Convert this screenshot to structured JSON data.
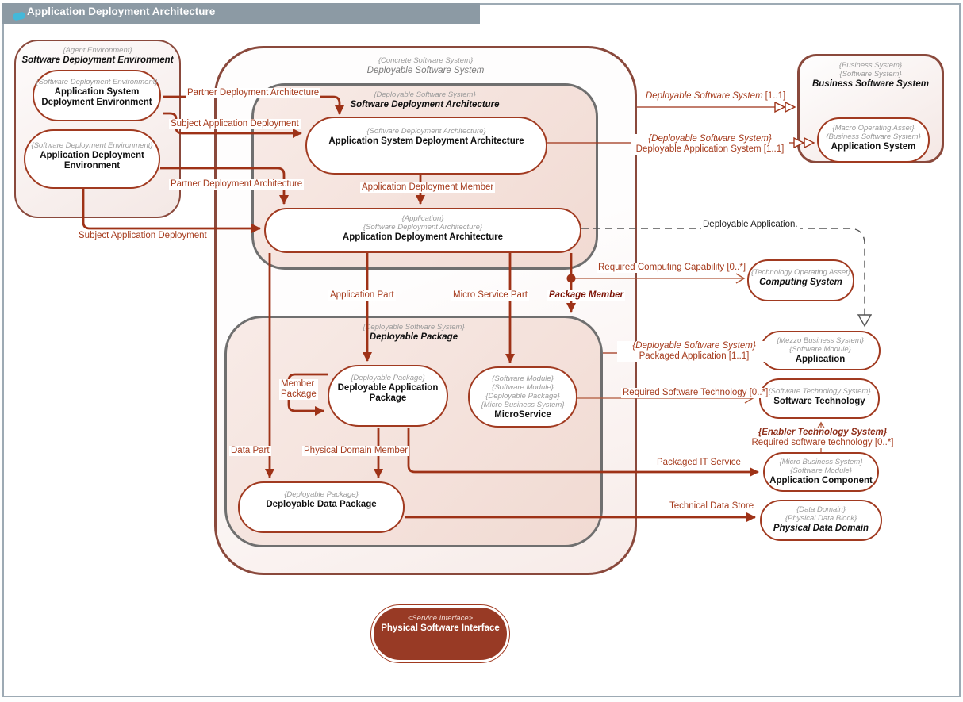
{
  "window": {
    "title": "Application Deployment Architecture"
  },
  "containers": {
    "sde": {
      "stereotype": "{Agent Environment}",
      "name": "Software Deployment Environment"
    },
    "dss": {
      "stereotype": "{Concrete Software System}",
      "name": "Deployable Software System"
    },
    "sda": {
      "stereotype": "{Deployable Software System}",
      "name": "Software Deployment Architecture"
    },
    "dp": {
      "stereotype": "{Deployable Software System}",
      "name": "Deployable Package"
    },
    "bss": {
      "stereotypes": [
        "{Business System}",
        "{Software System}"
      ],
      "name": "Business Software System"
    }
  },
  "nodes": {
    "asde": {
      "stereotypes": [
        "{Software Deployment Environment}"
      ],
      "name": "Application System Deployment Environment"
    },
    "ade": {
      "stereotypes": [
        "{Software Deployment Environment}"
      ],
      "name": "Application Deployment Environment"
    },
    "asda": {
      "stereotypes": [
        "{Software Deployment Architecture}"
      ],
      "name": "Application System Deployment Architecture"
    },
    "ada": {
      "stereotypes": [
        "{Application}",
        "{Software Deployment Architecture}"
      ],
      "name": "Application Deployment Architecture"
    },
    "dap": {
      "stereotypes": [
        "{Deployable Package}"
      ],
      "name": "Deployable Application Package"
    },
    "microservice": {
      "stereotypes": [
        "{Software Module}",
        "{Software Module}",
        "{Deployable Package}",
        "{Micro Business System}"
      ],
      "name": "MicroService"
    },
    "ddp": {
      "stereotypes": [
        "{Deployable Package}"
      ],
      "name": "Deployable Data Package"
    },
    "application_system": {
      "stereotypes": [
        "{Macro Operating Asset}",
        "{Business Software System}"
      ],
      "name": "Application System"
    },
    "computing_system": {
      "stereotypes": [
        "{Technology Operating Asset}"
      ],
      "name": "Computing System"
    },
    "application": {
      "stereotypes": [
        "{Mezzo Business System}",
        "{Software Module}"
      ],
      "name": "Application"
    },
    "software_technology": {
      "stereotypes": [
        "{Software Technology System}"
      ],
      "name": "Software Technology"
    },
    "application_component": {
      "stereotypes": [
        "{Micro Business System}",
        "{Software Module}"
      ],
      "name": "Application Component"
    },
    "physical_data_domain": {
      "stereotypes": [
        "{Data Domain}",
        "{Physical Data Block}"
      ],
      "name": "Physical Data Domain"
    },
    "physical_software_interface": {
      "stereotype": "<Service Interface>",
      "name": "Physical Software Interface"
    }
  },
  "edges": {
    "partner_top": "Partner Deployment Architecture",
    "subject_top": "Subject Application Deployment",
    "partner_bottom": "Partner Deployment Architecture",
    "subject_bottom": "Subject Application Deployment",
    "app_deployment_member": "Application Deployment Member",
    "application_part": "Application Part",
    "micro_service_part": "Micro Service Part",
    "package_member": "Package Member",
    "data_part": "Data Part",
    "physical_domain_member": "Physical Domain Member",
    "member_package_1": "Member",
    "member_package_2": "Package",
    "deployable_software_system": "Deployable Software System",
    "deployable_software_system_mult": "[1..1]",
    "deployable_application_system_st": "{Deployable Software System}",
    "deployable_application_system": "Deployable Application System [1..1]",
    "required_computing": "Required Computing Capability [0..*]",
    "deployable_application": "Deployable Application.",
    "packaged_application_st": "{Deployable Software System}",
    "packaged_application": "Packaged Application [1..1]",
    "required_software_technology": "Required Software Technology [0..*]",
    "enabler_st": "{Enabler Technology System}",
    "enabler_required": "Required software technology [0..*]",
    "packaged_it_service": "Packaged IT Service",
    "technical_data_store": "Technical Data Store"
  },
  "colors": {
    "accent": "#9e3217",
    "thin_line": "#b0583a",
    "container_border": "#8a493c",
    "gray_border": "#6f6f6f",
    "fill_pink": "#f3ded7",
    "title_bar": "#8c9aa4",
    "icon_teal": "#45b8d9",
    "psi_fill": "#983a25"
  }
}
